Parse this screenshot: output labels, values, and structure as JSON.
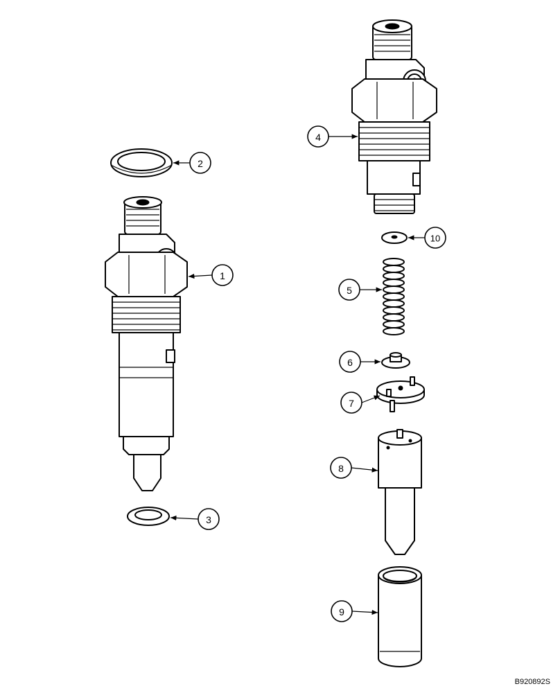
{
  "callouts": [
    {
      "id": "1",
      "label": "1"
    },
    {
      "id": "2",
      "label": "2"
    },
    {
      "id": "3",
      "label": "3"
    },
    {
      "id": "4",
      "label": "4"
    },
    {
      "id": "5",
      "label": "5"
    },
    {
      "id": "6",
      "label": "6"
    },
    {
      "id": "7",
      "label": "7"
    },
    {
      "id": "8",
      "label": "8"
    },
    {
      "id": "9",
      "label": "9"
    },
    {
      "id": "10",
      "label": "10"
    }
  ],
  "reference_code": "B920892S"
}
